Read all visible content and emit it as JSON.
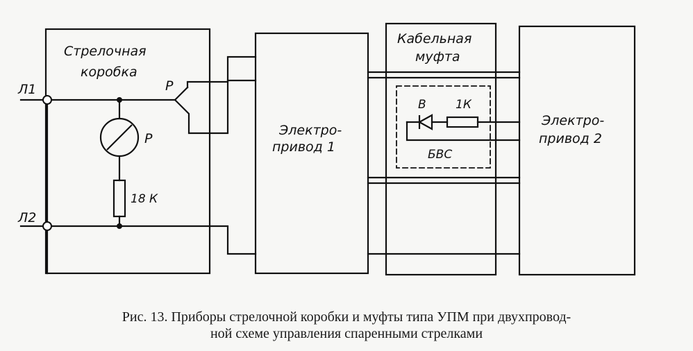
{
  "diagram": {
    "switch_box_title": [
      "Стрелочная",
      "коробка"
    ],
    "cable_coupling_title": [
      "Кабельная",
      "муфта"
    ],
    "drive1_label": [
      "Электро-",
      "привод 1"
    ],
    "drive2_label": [
      "Электро-",
      "привод 2"
    ],
    "line1_label": "Л1",
    "line2_label": "Л2",
    "relay_label": "Р",
    "relay_contact_label": "Р",
    "resistor_label": "18 К",
    "diode_label": "В",
    "resistor2_label": "1К",
    "bvs_label": "БВС"
  },
  "caption": {
    "line1": "Рис. 13. Приборы стрелочной коробки и муфты типа УПМ при двухпровод-",
    "line2": "ной схеме управления спаренными стрелками"
  }
}
